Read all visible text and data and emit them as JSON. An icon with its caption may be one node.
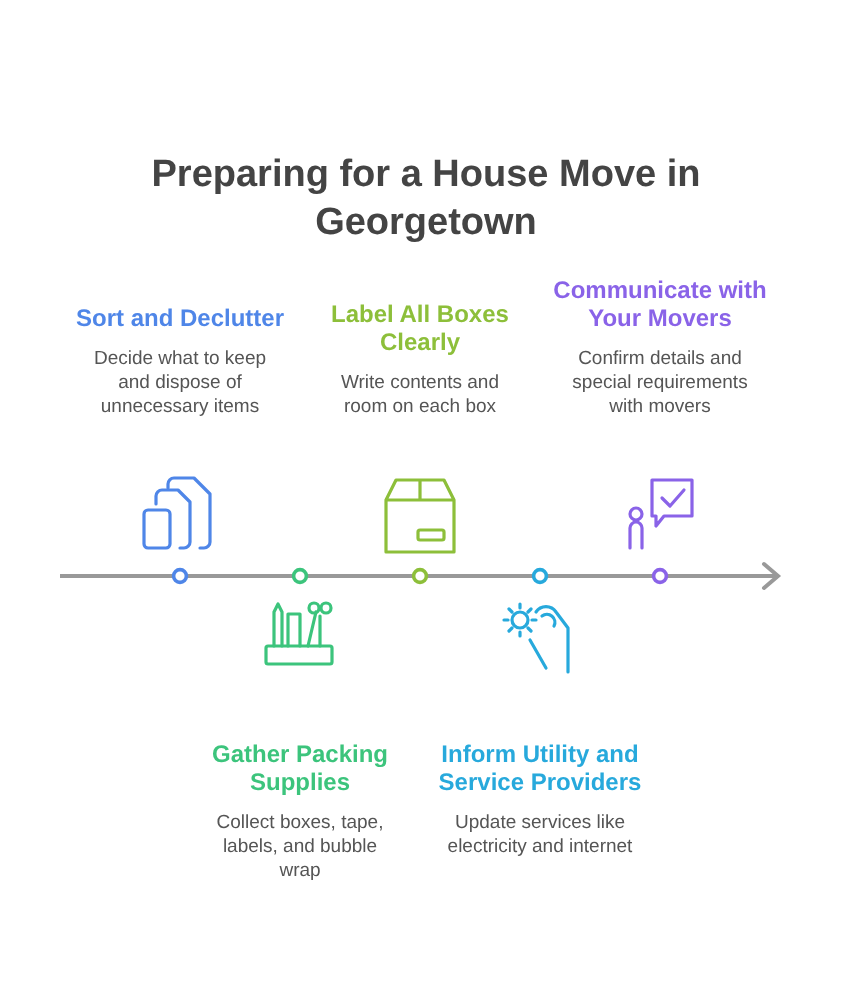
{
  "diagram": {
    "title": "Preparing for a House Move in Georgetown",
    "nodes": [
      {
        "text": [
          "Sort and Declutter",
          "Decide what to keep and dispose of unnecessary items"
        ]
      },
      {
        "text": [
          "Gather Packing Supplies",
          "Collect boxes, tape, labels, and bubble wrap"
        ]
      },
      {
        "text": [
          "Label All Boxes Clearly",
          "Write contents and room on each box"
        ]
      },
      {
        "text": [
          "Inform Utility and Service Providers",
          "Update services like electricity and internet"
        ]
      },
      {
        "text": [
          "Communicate with Your Movers",
          "Confirm details and special requirements with movers"
        ]
      }
    ]
  }
}
